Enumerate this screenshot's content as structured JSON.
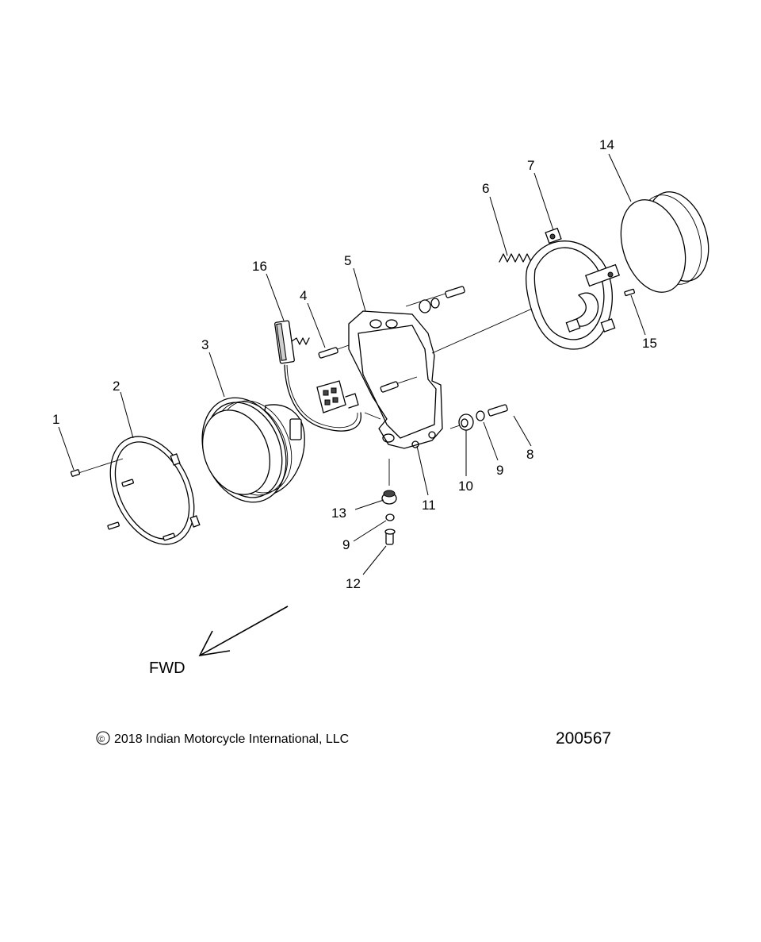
{
  "diagram": {
    "callouts": [
      {
        "id": "c1",
        "label": "1"
      },
      {
        "id": "c2",
        "label": "2"
      },
      {
        "id": "c3",
        "label": "3"
      },
      {
        "id": "c4",
        "label": "4"
      },
      {
        "id": "c5",
        "label": "5"
      },
      {
        "id": "c6",
        "label": "6"
      },
      {
        "id": "c7",
        "label": "7"
      },
      {
        "id": "c8",
        "label": "8"
      },
      {
        "id": "c9a",
        "label": "9"
      },
      {
        "id": "c9b",
        "label": "9"
      },
      {
        "id": "c10",
        "label": "10"
      },
      {
        "id": "c11",
        "label": "11"
      },
      {
        "id": "c12",
        "label": "12"
      },
      {
        "id": "c13",
        "label": "13"
      },
      {
        "id": "c14",
        "label": "14"
      },
      {
        "id": "c15",
        "label": "15"
      },
      {
        "id": "c16",
        "label": "16"
      }
    ],
    "direction_label": "FWD",
    "copyright_symbol": "©",
    "copyright": "2018 Indian Motorcycle International, LLC",
    "document_number": "200567"
  }
}
